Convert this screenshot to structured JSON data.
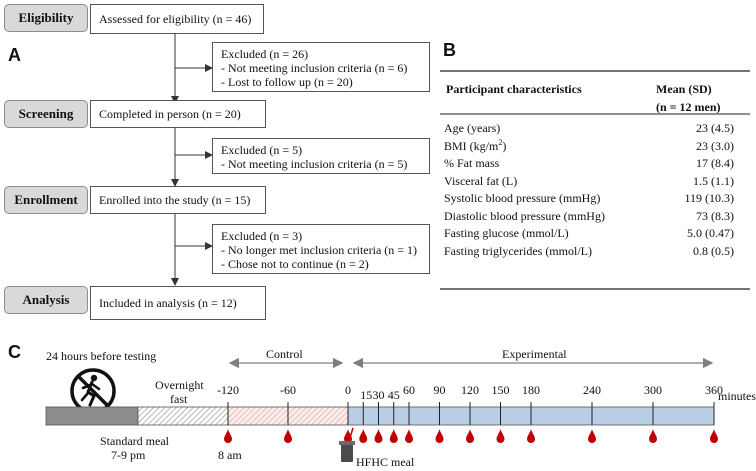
{
  "panel_a": {
    "label": "A",
    "stages": [
      "Eligibility",
      "Screening",
      "Enrollment",
      "Analysis"
    ],
    "main_boxes": [
      "Assessed for eligibility  (n = 46)",
      "Completed in person  (n = 20)",
      "Enrolled into the study  (n = 15)",
      "Included in analysis  (n = 12)"
    ],
    "excluded_boxes": [
      [
        "Excluded  (n = 26)",
        "- Not meeting inclusion criteria  (n = 6)",
        "- Lost to follow up  (n = 20)"
      ],
      [
        "Excluded  (n = 5)",
        "- Not meeting inclusion criteria  (n = 5)"
      ],
      [
        "Excluded  (n = 3)",
        "- No longer met inclusion criteria  (n = 1)",
        "- Chose not to continue  (n = 2)"
      ]
    ]
  },
  "panel_b": {
    "label": "B",
    "header_characteristic": "Participant  characteristics",
    "header_mean": "Mean (SD)",
    "header_n": "(n = 12 men)",
    "rows": [
      {
        "name": "Age (years)",
        "value": "23 (4.5)"
      },
      {
        "name": "BMI (kg/m",
        "sup": "2",
        "name_end": ")",
        "value": "23 (3.0)"
      },
      {
        "name": "% Fat mass",
        "value": "17 (8.4)"
      },
      {
        "name": "Visceral fat (L)",
        "value": "1.5 (1.1)"
      },
      {
        "name": "Systolic blood pressure (mmHg)",
        "value": "119 (10.3)"
      },
      {
        "name": "Diastolic blood pressure (mmHg)",
        "value": "73 (8.3)"
      },
      {
        "name": "Fasting glucose  (mmol/L)",
        "value": "5.0 (0.47)"
      },
      {
        "name": "Fasting triglycerides  (mmol/L)",
        "value": "0.8 (0.5)"
      }
    ]
  },
  "panel_c": {
    "label": "C",
    "before_testing": "24 hours before testing",
    "overnight_line1": "Overnight",
    "overnight_line2": "fast",
    "control": "Control",
    "experimental": "Experimental",
    "ticks": [
      -120,
      -60,
      0,
      15,
      30,
      45,
      60,
      90,
      120,
      150,
      180,
      240,
      300,
      360
    ],
    "tick_labels": [
      "-120",
      "-60",
      "0",
      "15",
      "30",
      "45",
      "60",
      "90",
      "120",
      "150",
      "180",
      "240",
      "300",
      "360"
    ],
    "minutes": "minutes",
    "blood_draws": [
      -120,
      -60,
      0,
      15,
      30,
      45,
      60,
      90,
      120,
      150,
      180,
      240,
      300,
      360
    ],
    "standard_meal_line1": "Standard meal",
    "standard_meal_line2": "7-9 pm",
    "am_label": "8 am",
    "meal_label": "HFHC meal",
    "colors": {
      "dark": "#8c8c8c",
      "control": "#f2dcdb",
      "experimental": "#b9cde5",
      "blood": "#c00000",
      "arrow": "#7f7f7f"
    }
  }
}
